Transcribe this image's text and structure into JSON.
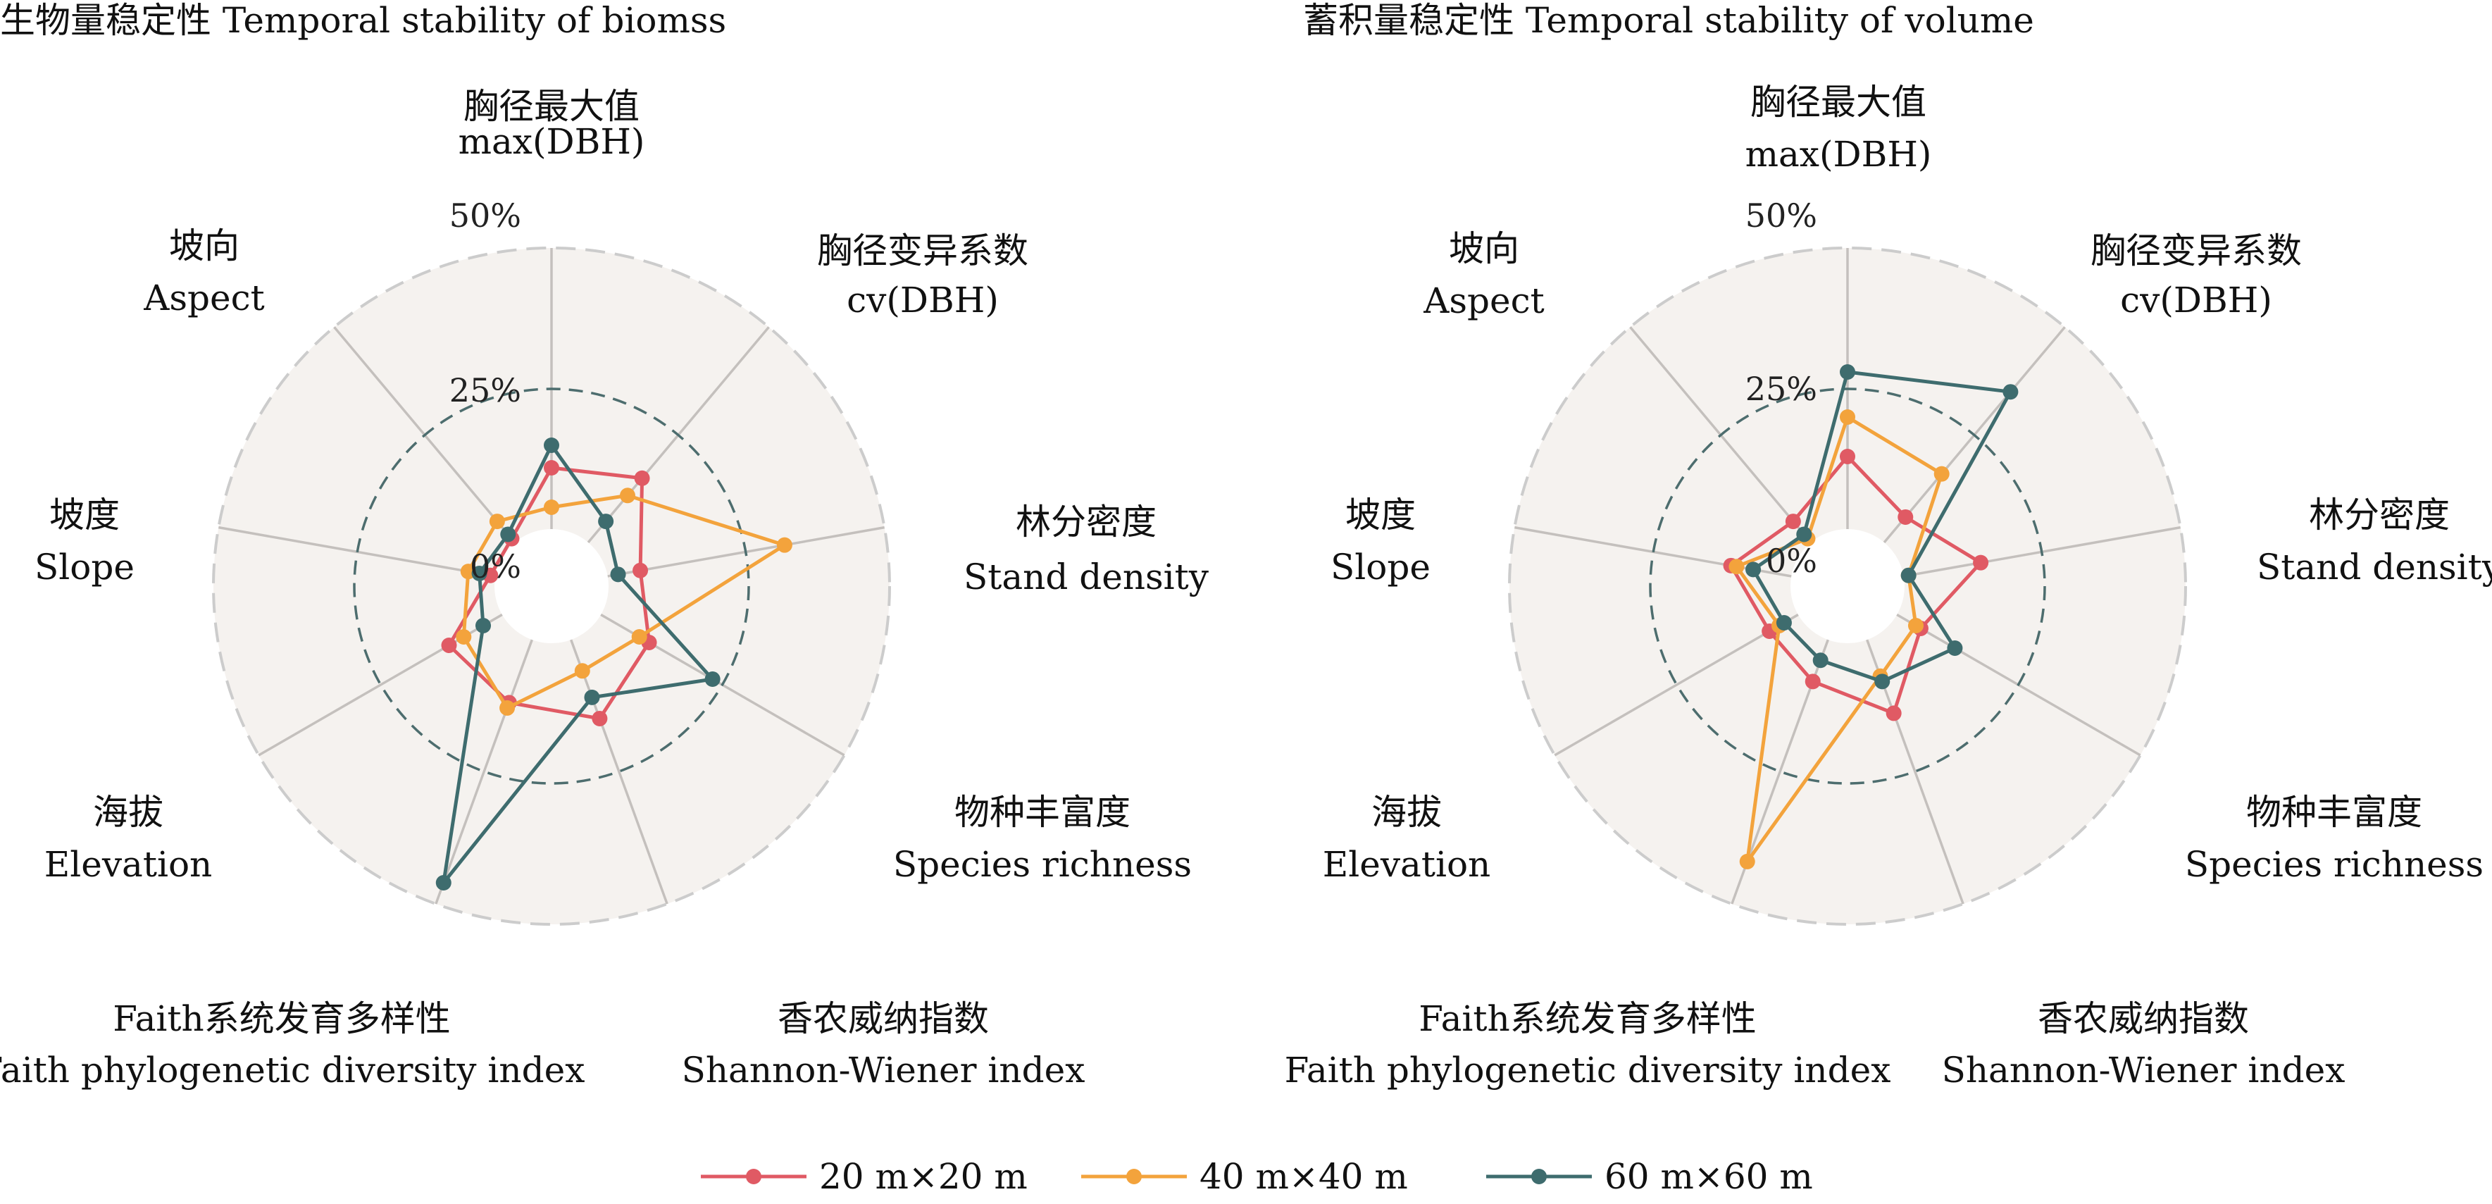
{
  "chart_data": [
    {
      "type": "radar",
      "title": "生物量稳定性 Temporal stability of biomss",
      "axes": [
        {
          "zh": "胸径最大值",
          "en": "max(DBH)"
        },
        {
          "zh": "胸径变异系数",
          "en": "cv(DBH)"
        },
        {
          "zh": "林分密度",
          "en": "Stand density"
        },
        {
          "zh": "物种丰富度",
          "en": "Species richness"
        },
        {
          "zh": "香农威纳指数",
          "en": "Shannon-Wiener index"
        },
        {
          "zh": "Faith系统发育多样性",
          "en": "Faith phylogenetic diversity index"
        },
        {
          "zh": "海拔",
          "en": "Elevation"
        },
        {
          "zh": "坡度",
          "en": "Slope"
        },
        {
          "zh": "坡向",
          "en": "Aspect"
        }
      ],
      "radial_ticks": [
        "0%",
        "25%",
        "50%"
      ],
      "rlim": [
        0,
        50
      ],
      "series": [
        {
          "name": "20 m×20 m",
          "color": "#e05a64",
          "values": [
            11,
            15,
            6,
            10,
            15,
            12,
            11,
            1,
            1
          ]
        },
        {
          "name": "40 m×40 m",
          "color": "#f3a33c",
          "values": [
            4,
            11,
            32,
            8,
            6,
            13,
            8,
            5,
            5
          ]
        },
        {
          "name": "60 m×60 m",
          "color": "#3e6c6e",
          "values": [
            15,
            5,
            2,
            23,
            11,
            46,
            4,
            3,
            2
          ]
        }
      ]
    },
    {
      "type": "radar",
      "title": "蓄积量稳定性 Temporal stability of volume",
      "axes": [
        {
          "zh": "胸径最大值",
          "en": "max(DBH)"
        },
        {
          "zh": "胸径变异系数",
          "en": "cv(DBH)"
        },
        {
          "zh": "林分密度",
          "en": "Stand density"
        },
        {
          "zh": "物种丰富度",
          "en": "Species richness"
        },
        {
          "zh": "香农威纳指数",
          "en": "Shannon-Wiener index"
        },
        {
          "zh": "Faith系统发育多样性",
          "en": "Faith phylogenetic diversity index"
        },
        {
          "zh": "海拔",
          "en": "Elevation"
        },
        {
          "zh": "坡度",
          "en": "Slope"
        },
        {
          "zh": "坡向",
          "en": "Aspect"
        }
      ],
      "radial_ticks": [
        "0%",
        "25%",
        "50%"
      ],
      "rlim": [
        0,
        50
      ],
      "series": [
        {
          "name": "20 m×20 m",
          "color": "#e05a64",
          "values": [
            13,
            6,
            14,
            5,
            14,
            8,
            6,
            11,
            5
          ]
        },
        {
          "name": "40 m×40 m",
          "color": "#f3a33c",
          "values": [
            20,
            16,
            1,
            4,
            7,
            42,
            4,
            10,
            1
          ]
        },
        {
          "name": "60 m×60 m",
          "color": "#3e6c6e",
          "values": [
            28,
            35,
            1,
            12,
            8,
            4,
            3,
            7,
            2
          ]
        }
      ]
    }
  ],
  "legend": [
    {
      "label": "20 m×20 m",
      "color": "#e05a64"
    },
    {
      "label": "40 m×40 m",
      "color": "#f3a33c"
    },
    {
      "label": "60 m×60 m",
      "color": "#3e6c6e"
    }
  ]
}
